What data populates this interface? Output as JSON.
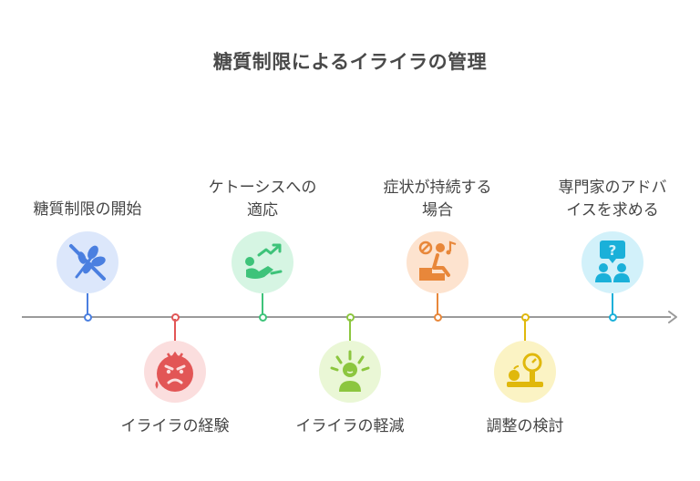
{
  "title": "糖質制限によるイライラの管理",
  "steps": [
    {
      "label": "糖質制限の開始",
      "icon": "no-grain-icon",
      "color": "#4a7fe0",
      "bg": "#dce7fb"
    },
    {
      "label": "イライラの経験",
      "icon": "angry-face-icon",
      "color": "#e25656",
      "bg": "#fbdede"
    },
    {
      "label": "ケトーシスへの\n適応",
      "icon": "exercise-trend-icon",
      "color": "#3ec37a",
      "bg": "#d6f5e3"
    },
    {
      "label": "イライラの軽減",
      "icon": "relieved-person-icon",
      "color": "#8cc63f",
      "bg": "#eaf7d6"
    },
    {
      "label": "症状が持続する\n場合",
      "icon": "frustrated-person-icon",
      "color": "#e8873a",
      "bg": "#fde3cf"
    },
    {
      "label": "調整の検討",
      "icon": "scale-apple-icon",
      "color": "#e0b80c",
      "bg": "#fbf3c4"
    },
    {
      "label": "専門家のアドバ\nイスを求める",
      "icon": "consult-expert-icon",
      "color": "#1ab0d9",
      "bg": "#d2f1fa"
    }
  ]
}
